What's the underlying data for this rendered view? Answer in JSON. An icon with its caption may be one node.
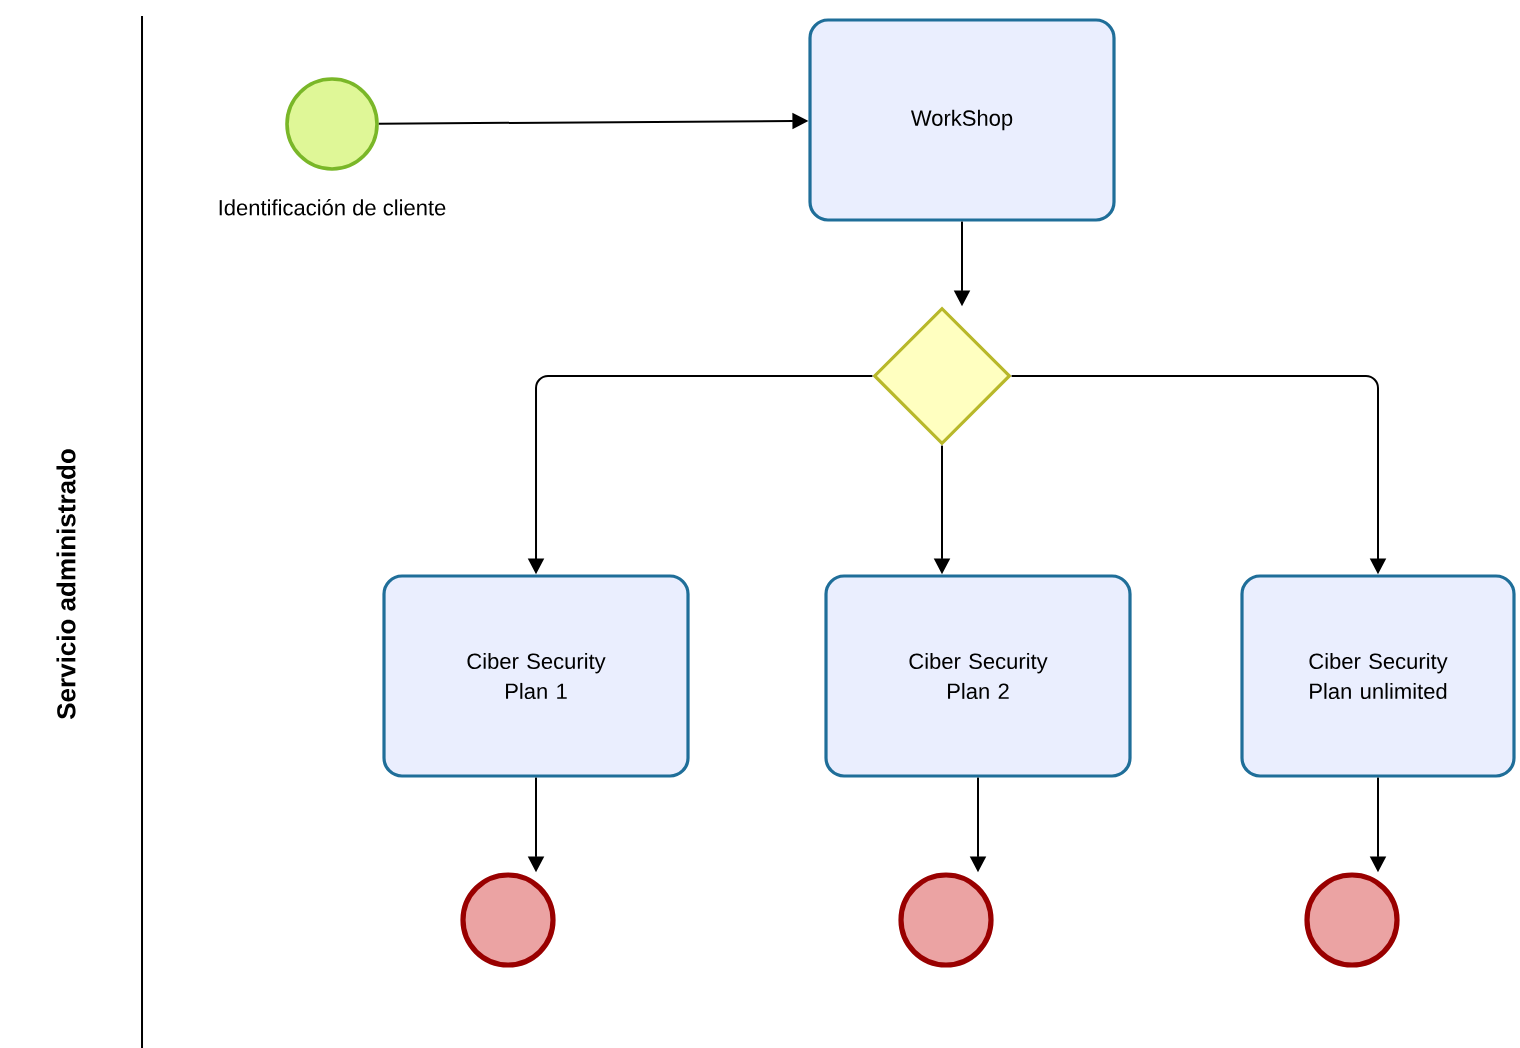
{
  "diagram": {
    "nodes": [
      {
        "text": [],
        "shape": "circle",
        "beside": [
          "Identificación de cliente"
        ]
      },
      {
        "text": [
          "WorkShop"
        ]
      },
      {
        "text": [],
        "shape": "diamond"
      },
      {
        "text": [
          "Ciber Security Plan 1"
        ]
      },
      {
        "text": [
          "Ciber Security Plan 2"
        ]
      },
      {
        "text": [
          "Ciber Security Plan unlimited"
        ]
      },
      {
        "text": [],
        "shape": "circle"
      },
      {
        "text": [],
        "shape": "circle"
      },
      {
        "text": [],
        "shape": "circle"
      }
    ],
    "edges": [
      {
        "from": 0,
        "to": 1,
        "arrow": "to"
      },
      {
        "from": 1,
        "to": 2,
        "arrow": "to"
      },
      {
        "from": 2,
        "to": 3,
        "arrow": "to"
      },
      {
        "from": 2,
        "to": 4,
        "arrow": "to"
      },
      {
        "from": 2,
        "to": 5,
        "arrow": "to"
      },
      {
        "from": 3,
        "to": 6,
        "arrow": "to"
      },
      {
        "from": 4,
        "to": 7,
        "arrow": "to"
      },
      {
        "from": 5,
        "to": 8,
        "arrow": "to"
      }
    ],
    "labels": [
      "Servicio administrado"
    ]
  }
}
